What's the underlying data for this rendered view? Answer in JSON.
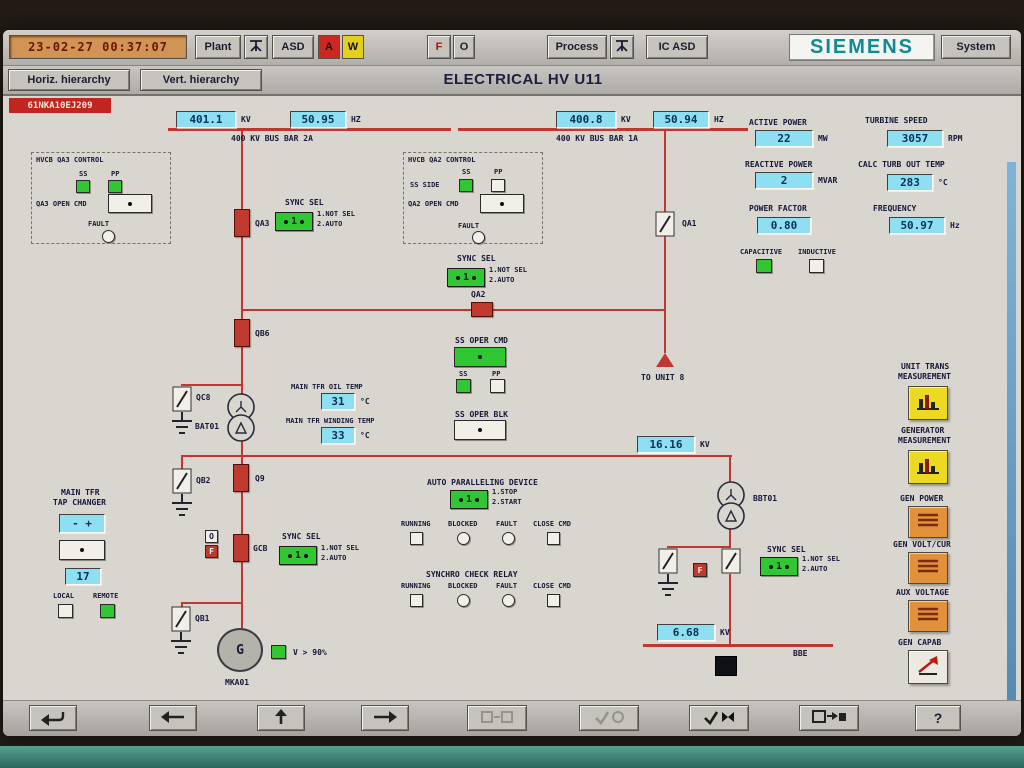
{
  "header": {
    "timestamp": "23-02-27 00:37:07",
    "plant": "Plant",
    "asd": "ASD",
    "alarm_a": "A",
    "alarm_w": "W",
    "f": "F",
    "o": "O",
    "process": "Process",
    "ic_asd": "IC ASD",
    "siemens": "SIEMENS",
    "system": "System"
  },
  "nav": {
    "horiz": "Horiz. hierarchy",
    "vert": "Vert. hierarchy",
    "title": "ELECTRICAL HV U11"
  },
  "colors": {
    "accent_cyan": "#8edff2",
    "status_green": "#2fc832",
    "alarm_red": "#c0392f",
    "warn_yellow": "#e3cf1d",
    "siemens_teal": "#0e8a96"
  },
  "diagram": {
    "tag": "61NKA10EJ209",
    "units": {
      "kv": "KV",
      "hz": "HZ",
      "hz_lc": "Hz",
      "mw": "MW",
      "mvar": "MVAR",
      "rpm": "RPM",
      "degc": "°C"
    },
    "bus2a": {
      "kv": "401.1",
      "hz": "50.95",
      "name": "400 KV BUS BAR 2A"
    },
    "bus1a": {
      "kv": "400.8",
      "hz": "50.94",
      "name": "400 KV BUS BAR 1A"
    },
    "active_power": {
      "label": "ACTIVE POWER",
      "value": "22"
    },
    "turbine_speed": {
      "label": "TURBINE SPEED",
      "value": "3057"
    },
    "reactive_power": {
      "label": "REACTIVE POWER",
      "value": "2"
    },
    "calc_turb_out_temp": {
      "label": "CALC TURB OUT TEMP",
      "value": "283"
    },
    "power_factor": {
      "label": "POWER FACTOR",
      "value": "0.80"
    },
    "frequency": {
      "label": "FREQUENCY",
      "value": "50.97"
    },
    "capacitive": "CAPACITIVE",
    "inductive": "INDUCTIVE",
    "qa3_control": {
      "title": "HVCB QA3 CONTROL",
      "ss": "SS",
      "pp": "PP",
      "open_cmd": "QA3 OPEN CMD",
      "fault": "FAULT"
    },
    "qa2_control": {
      "title": "HVCB QA2 CONTROL",
      "ss_side": "SS SIDE",
      "ss": "SS",
      "pp": "PP",
      "open_cmd": "QA2 OPEN CMD",
      "fault": "FAULT"
    },
    "sync_sel": {
      "label": "SYNC SEL",
      "value": "1",
      "opt1": "1.NOT SEL",
      "opt2": "2.AUTO"
    },
    "devices": {
      "qa3": "QA3",
      "qa2": "QA2",
      "qa1": "QA1",
      "qb6": "QB6",
      "qc8": "QC8",
      "qb2": "QB2",
      "q9": "Q9",
      "gcb": "GCB",
      "qb1": "QB1",
      "bat01": "BAT01",
      "bbt01": "BBT01",
      "bbe": "BBE",
      "gen_letter": "G",
      "gen_name": "MKA01"
    },
    "ss_oper_cmd": {
      "label": "SS OPER CMD",
      "ss": "SS",
      "pp": "PP"
    },
    "ss_oper_blk": "SS OPER BLK",
    "to_unit_8": "TO UNIT 8",
    "oil_temp": {
      "label": "MAIN TFR OIL TEMP",
      "value": "31"
    },
    "winding_temp": {
      "label": "MAIN TFR WINDING TEMP",
      "value": "33"
    },
    "gen_bus_kv": "16.16",
    "aux_bus_kv": "6.68",
    "apd": {
      "label": "AUTO PARALLELING DEVICE",
      "value": "1",
      "opt1": "1.STOP",
      "opt2": "2.START"
    },
    "relay_status": {
      "running": "RUNNING",
      "blocked": "BLOCKED",
      "fault": "FAULT",
      "close_cmd": "CLOSE CMD"
    },
    "synchro_check": "SYNCHRO CHECK RELAY",
    "tap_changer": {
      "line1": "MAIN TFR",
      "line2": "TAP CHANGER",
      "raise_lower": "- +",
      "value": "17",
      "local": "LOCAL",
      "remote": "REMOTE"
    },
    "gcb_status": {
      "o": "O",
      "f": "F"
    },
    "aux_fault": "F",
    "v90": "V > 90%",
    "side_buttons": [
      {
        "line1": "UNIT TRANS",
        "line2": "MEASUREMENT"
      },
      {
        "line1": "GENERATOR",
        "line2": "MEASUREMENT"
      },
      {
        "line1": "GEN POWER",
        "line2": ""
      },
      {
        "line1": "GEN VOLT/CUR",
        "line2": ""
      },
      {
        "line1": "AUX VOLTAGE",
        "line2": ""
      },
      {
        "line1": "GEN CAPAB",
        "line2": ""
      }
    ]
  },
  "toolbar": {
    "help": "?"
  }
}
